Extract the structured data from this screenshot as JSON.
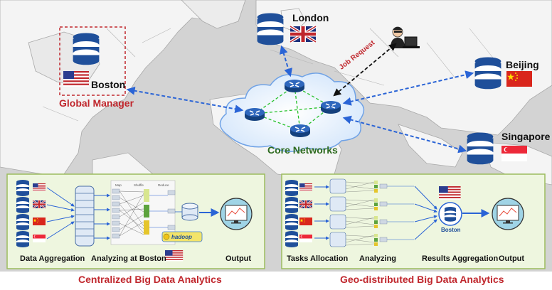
{
  "nodes": {
    "london": "London",
    "beijing": "Beijing",
    "singapore": "Singapore",
    "boston": "Boston",
    "global_manager": "Global Manager",
    "core_networks": "Core Networks",
    "job_request": "Job Request"
  },
  "left_panel": {
    "title": "Centralized Big Data Analytics",
    "step_aggregation": "Data Aggregation",
    "step_analyzing": "Analyzing at Boston",
    "step_output": "Output",
    "col_labels": [
      "Map",
      "Shuffle",
      "Reduce"
    ],
    "logo_text": "hadoop"
  },
  "right_panel": {
    "title": "Geo-distributed Big Data Analytics",
    "step_tasks": "Tasks Allocation",
    "step_analyzing": "Analyzing",
    "step_results": "Results Aggregation",
    "step_output": "Output",
    "boston_label": "Boston"
  },
  "colors": {
    "map_bg": "#d3d3d3",
    "land": "#f4f4f4",
    "db_blue": "#1f4f9a",
    "arrow_blue": "#2a64d6",
    "network_green": "#27c22b",
    "panel_bg": "#eef6df",
    "panel_border": "#9cbc5e",
    "label_red": "#c0272d",
    "label_green": "#2e6b1f"
  }
}
